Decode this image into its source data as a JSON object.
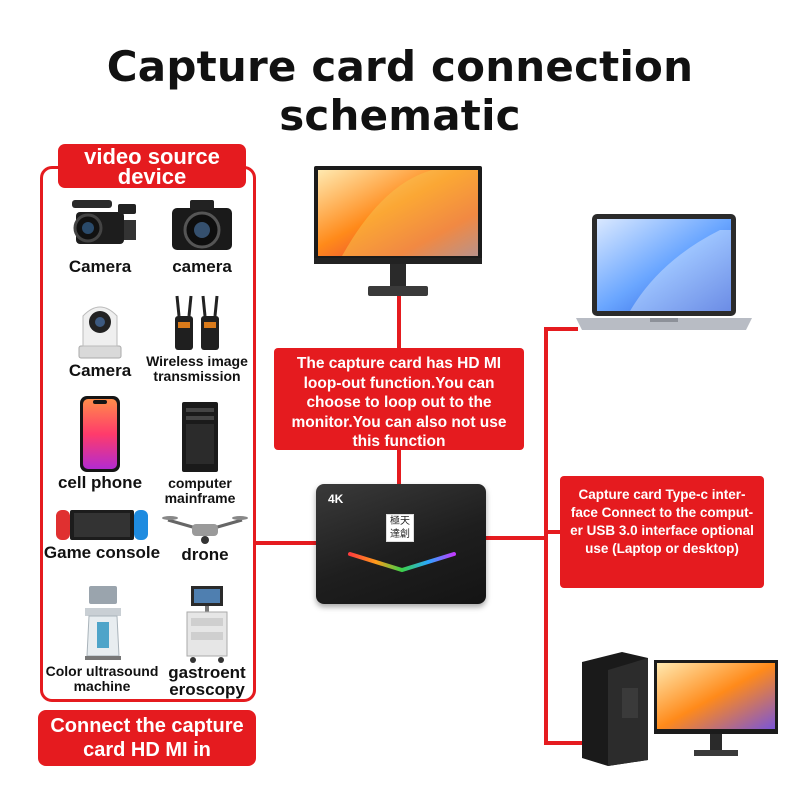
{
  "title": "Capture card connection schematic",
  "source_panel": {
    "label": "video source device",
    "items": [
      {
        "name": "Camera",
        "icon": "video-camera-icon"
      },
      {
        "name": "camera",
        "icon": "dslr-camera-icon"
      },
      {
        "name": "Camera",
        "icon": "ptz-camera-icon"
      },
      {
        "name": "Wireless image transmission",
        "icon": "wireless-transmitter-icon"
      },
      {
        "name": "cell phone",
        "icon": "cell-phone-icon"
      },
      {
        "name": "computer mainframe",
        "icon": "computer-tower-icon"
      },
      {
        "name": "Game console",
        "icon": "game-console-icon"
      },
      {
        "name": "drone",
        "icon": "drone-icon"
      },
      {
        "name": "Color ultrasound machine",
        "icon": "ultrasound-machine-icon"
      },
      {
        "name": "gastroent eroscopy",
        "icon": "gastroscopy-cart-icon"
      }
    ],
    "footer": "Connect the capture card HD MI in"
  },
  "loop_note": "The capture card has HD MI loop-out function.You can choose to loop out to the monitor.You can also not use this function",
  "typec_note": "Capture card Type-c inter-face Connect to the comput-er USB 3.0 interface optional use (Laptop or desktop)",
  "capture_card": {
    "badge": "4K",
    "seal": "極天達創"
  },
  "colors": {
    "accent": "#e51b1f",
    "card": "#1e1e1e"
  }
}
